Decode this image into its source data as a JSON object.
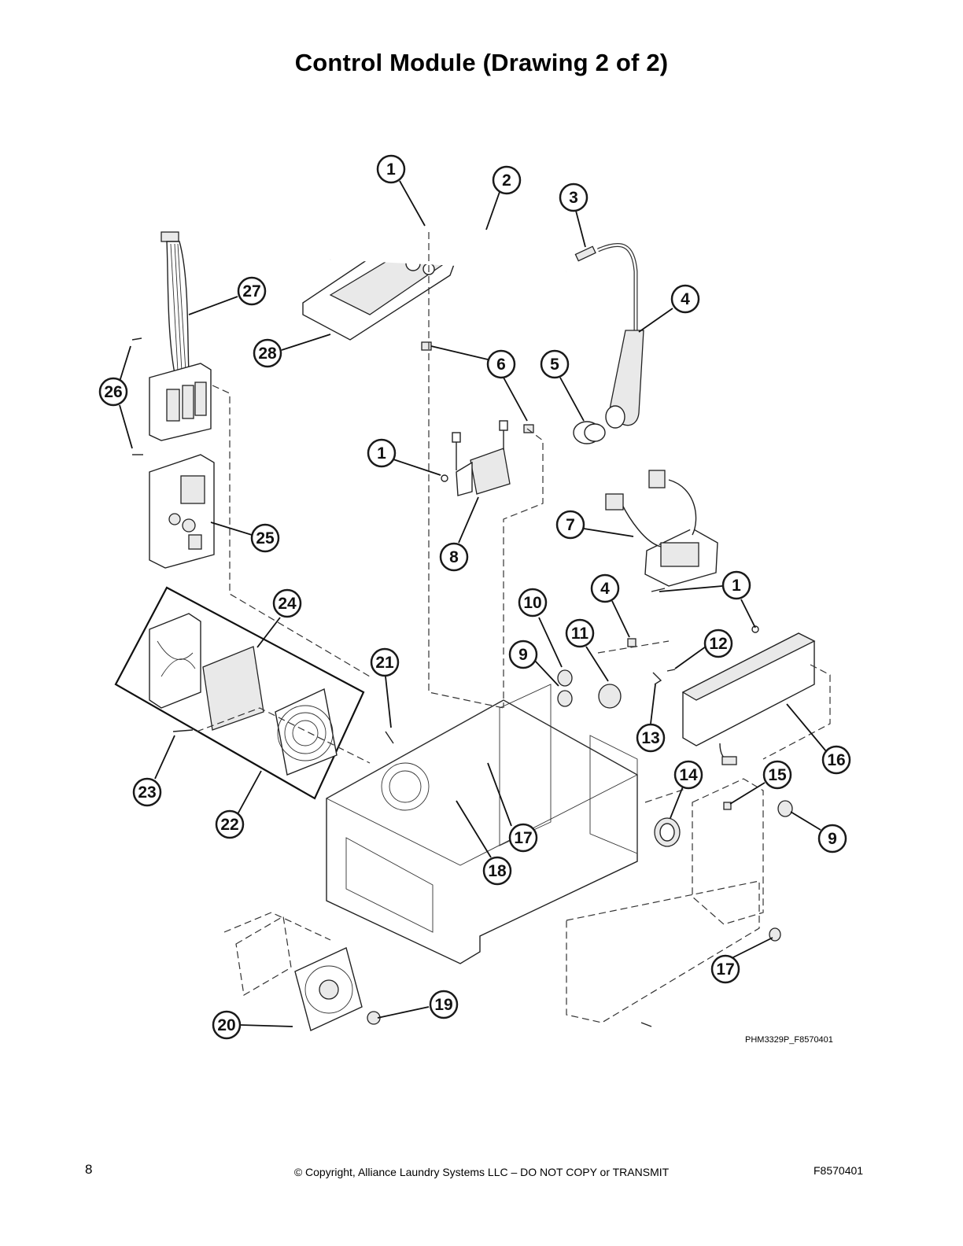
{
  "page": {
    "title": "Control Module (Drawing 2 of 2)",
    "drawing_ref": "PHM3329P_F8570401",
    "footer": {
      "page_number": "8",
      "copyright": "© Copyright, Alliance Laundry Systems LLC – DO NOT COPY or TRANSMIT",
      "doc_number": "F8570401"
    }
  },
  "callouts": [
    {
      "label": "1"
    },
    {
      "label": "2"
    },
    {
      "label": "3"
    },
    {
      "label": "4"
    },
    {
      "label": "27"
    },
    {
      "label": "28"
    },
    {
      "label": "6"
    },
    {
      "label": "5"
    },
    {
      "label": "26"
    },
    {
      "label": "1"
    },
    {
      "label": "25"
    },
    {
      "label": "7"
    },
    {
      "label": "8"
    },
    {
      "label": "4"
    },
    {
      "label": "1"
    },
    {
      "label": "24"
    },
    {
      "label": "10"
    },
    {
      "label": "11"
    },
    {
      "label": "12"
    },
    {
      "label": "9"
    },
    {
      "label": "21"
    },
    {
      "label": "13"
    },
    {
      "label": "16"
    },
    {
      "label": "14"
    },
    {
      "label": "15"
    },
    {
      "label": "23"
    },
    {
      "label": "17"
    },
    {
      "label": "9"
    },
    {
      "label": "22"
    },
    {
      "label": "18"
    },
    {
      "label": "17"
    },
    {
      "label": "19"
    },
    {
      "label": "20"
    }
  ]
}
